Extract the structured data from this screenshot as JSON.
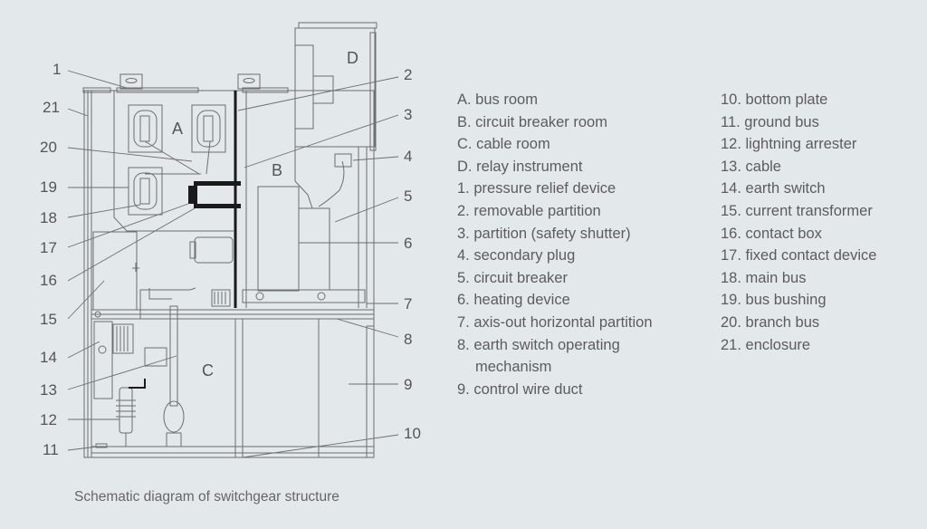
{
  "caption": "Schematic diagram of switchgear structure",
  "rooms": {
    "A": "A",
    "B": "B",
    "C": "C",
    "D": "D"
  },
  "callout_numbers": [
    "1",
    "2",
    "3",
    "4",
    "5",
    "6",
    "7",
    "8",
    "9",
    "10",
    "11",
    "12",
    "13",
    "14",
    "15",
    "16",
    "17",
    "18",
    "19",
    "20",
    "21"
  ],
  "legend_left": [
    {
      "text": "A. bus room"
    },
    {
      "text": "B. circuit breaker room"
    },
    {
      "text": "C. cable room"
    },
    {
      "text": "D. relay instrument"
    },
    {
      "text": "1. pressure relief device"
    },
    {
      "text": "2. removable partition"
    },
    {
      "text": "3. partition (safety shutter)"
    },
    {
      "text": "4. secondary plug"
    },
    {
      "text": "5. circuit breaker"
    },
    {
      "text": "6. heating device"
    },
    {
      "text": "7. axis-out horizontal partition"
    },
    {
      "text": "8. earth switch operating"
    },
    {
      "text": "mechanism",
      "continuation": true
    },
    {
      "text": "9. control wire duct"
    }
  ],
  "legend_right": [
    {
      "text": "10. bottom plate"
    },
    {
      "text": "11. ground bus"
    },
    {
      "text": "12. lightning arrester"
    },
    {
      "text": "13. cable"
    },
    {
      "text": "14. earth switch"
    },
    {
      "text": "15. current transformer"
    },
    {
      "text": "16. contact box"
    },
    {
      "text": "17. fixed contact device"
    },
    {
      "text": "18. main bus"
    },
    {
      "text": "19. bus bushing"
    },
    {
      "text": "20. branch bus"
    },
    {
      "text": "21. enclosure"
    }
  ],
  "colors": {
    "background": "#e3e8eb",
    "line": "#6e6e6e",
    "partition": "#1a1a1a",
    "text": "#5a5a5a"
  }
}
